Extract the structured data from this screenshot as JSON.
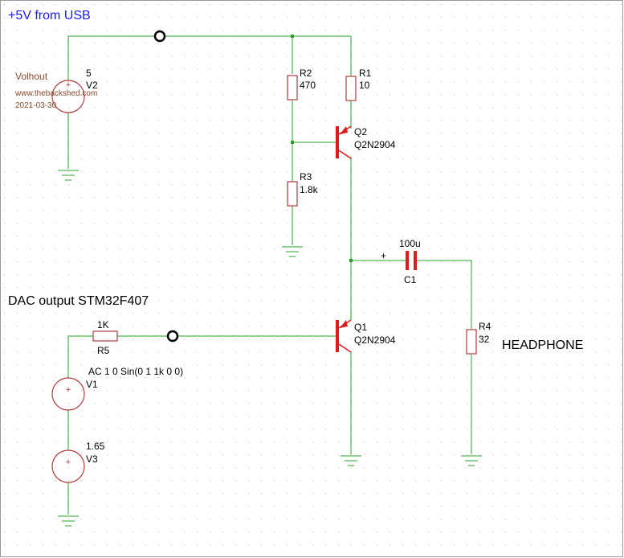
{
  "colors": {
    "wire": "#2aa02a",
    "part": "#b23b3b",
    "transistor": "#e01b1b",
    "title_blue": "#1a1aff",
    "author_brown": "#8b4a2b",
    "grid_dot": "#b8b8b8"
  },
  "titles": {
    "supply": "+5V from USB",
    "dac": "DAC output STM32F407",
    "headphone": "HEADPHONE"
  },
  "author": {
    "name": "Volhout",
    "site": "www.thebackshed.com",
    "date": "2021-03-30"
  },
  "components": {
    "V2": {
      "ref": "V2",
      "value": "5"
    },
    "R1": {
      "ref": "R1",
      "value": "10"
    },
    "R2": {
      "ref": "R2",
      "value": "470"
    },
    "R3": {
      "ref": "R3",
      "value": "1.8k"
    },
    "R4": {
      "ref": "R4",
      "value": "32"
    },
    "R5": {
      "ref": "R5",
      "value": "1K"
    },
    "Q1": {
      "ref": "Q1",
      "model": "Q2N2904"
    },
    "Q2": {
      "ref": "Q2",
      "model": "Q2N2904"
    },
    "C1": {
      "ref": "C1",
      "value": "100u",
      "polarity": "+"
    },
    "V1": {
      "ref": "V1",
      "value": "AC 1 0 Sin(0 1 1k 0 0)"
    },
    "V3": {
      "ref": "V3",
      "value": "1.65"
    }
  },
  "icons": {
    "source_plus": "+"
  }
}
